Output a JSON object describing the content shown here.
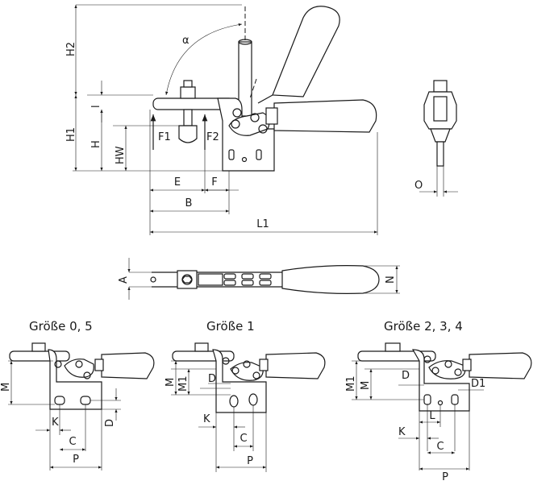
{
  "labels": {
    "H2": "H2",
    "alpha": "α",
    "l": "l",
    "H1": "H1",
    "H": "H",
    "HW": "HW",
    "F1": "F1",
    "F2": "F2",
    "E": "E",
    "F": "F",
    "B": "B",
    "L1": "L1",
    "O": "O",
    "A": "A",
    "N": "N"
  },
  "variants": [
    {
      "title": "Größe 0, 5",
      "labels": {
        "M": "M",
        "K": "K",
        "C": "C",
        "P": "P",
        "D": "D"
      }
    },
    {
      "title": "Größe 1",
      "labels": {
        "M": "M",
        "M1": "M1",
        "D": "D",
        "K": "K",
        "C": "C",
        "P": "P"
      }
    },
    {
      "title": "Größe 2, 3, 4",
      "labels": {
        "M1": "M1",
        "M": "M",
        "D": "D",
        "D1": "D1",
        "L": "L",
        "K": "K",
        "C": "C",
        "P": "P"
      }
    }
  ]
}
